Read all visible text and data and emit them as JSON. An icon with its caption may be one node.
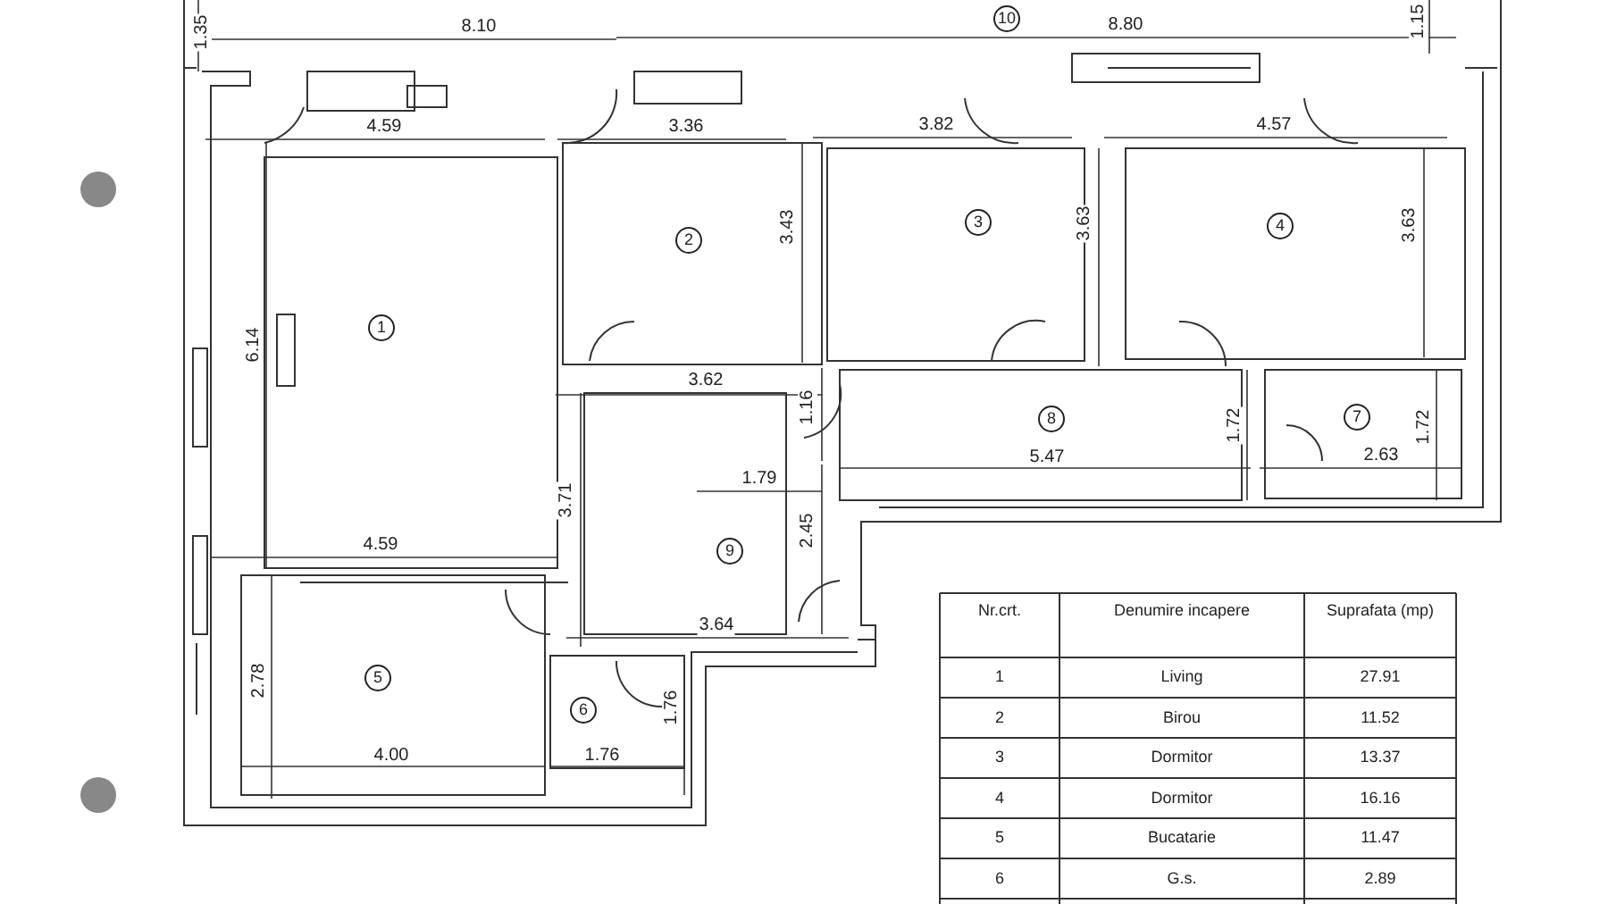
{
  "diagram": {
    "nodes": [
      {
        "text": [
          "10"
        ]
      },
      {
        "text": [
          "2"
        ]
      },
      {
        "text": [
          "3"
        ]
      },
      {
        "text": [
          "4"
        ]
      },
      {
        "text": [
          "1"
        ]
      },
      {
        "text": [
          "8"
        ]
      },
      {
        "text": [
          "7"
        ]
      },
      {
        "text": [
          "9"
        ]
      },
      {
        "text": [
          "5"
        ]
      },
      {
        "text": [
          "6"
        ]
      }
    ],
    "labels": [
      "1.35",
      "8.10",
      "8.80",
      "1.15",
      "4.59",
      "3.36",
      "3.82",
      "4.57",
      "3.43",
      "3.63",
      "3.63",
      "6.14",
      "3.62",
      "1.16",
      "1.79",
      "5.47",
      "1.72",
      "2.63",
      "1.72",
      "3.71",
      "4.59",
      "2.45",
      "3.64",
      "2.78",
      "4.00",
      "1.76",
      "1.76",
      "Nr.crt.",
      "Denumire incapere",
      "Suprafata (mp)",
      "1",
      "Living",
      "27.91",
      "2",
      "Birou",
      "11.52",
      "3",
      "Dormitor",
      "13.37",
      "4",
      "Dormitor",
      "16.16",
      "5",
      "Bucatarie",
      "11.47",
      "6",
      "G.s.",
      "2.89"
    ]
  }
}
